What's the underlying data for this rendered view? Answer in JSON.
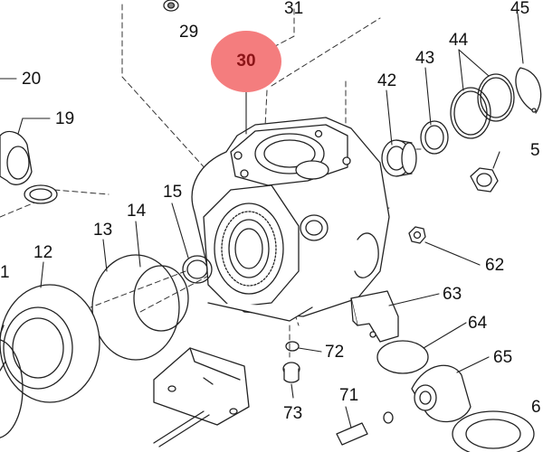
{
  "highlighted_part": "30",
  "highlight_color": "#f47d7e",
  "callouts": {
    "c29": "29",
    "c31": "31",
    "c30": "30",
    "c45": "45",
    "c44": "44",
    "c43": "43",
    "c42": "42",
    "c20": "20",
    "c19": "19",
    "c5": "5",
    "c15": "15",
    "c14": "14",
    "c13": "13",
    "c12": "12",
    "c1": "1",
    "c62": "62",
    "c63": "63",
    "c64": "64",
    "c65": "65",
    "c72": "72",
    "c71": "71",
    "c73": "73",
    "c6": "6"
  }
}
